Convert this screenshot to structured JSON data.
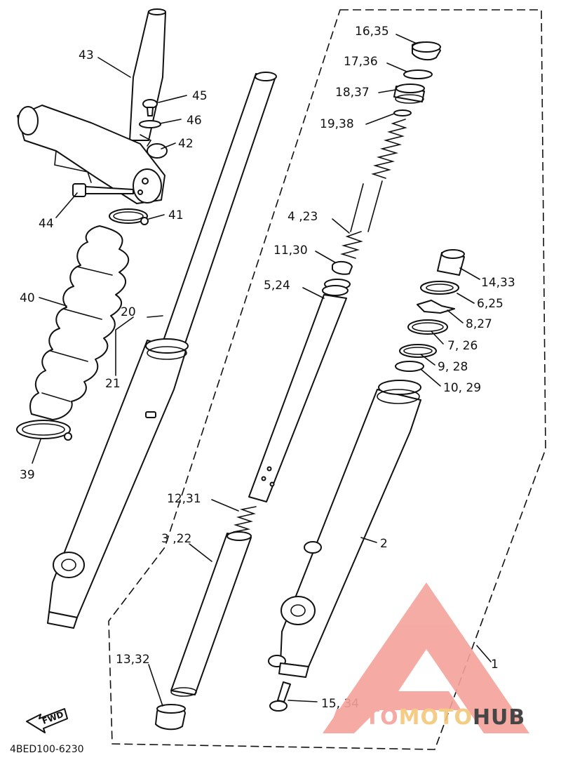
{
  "diagram_code": "4BED100-6230",
  "fwd_label": "FWD",
  "watermark": {
    "part1": "AUTO",
    "part2": "MOTO",
    "part3": "HUB",
    "color1": "#f4a39a",
    "color2": "#f5c77a",
    "color3": "#333333"
  },
  "labels": {
    "l_16_35": "16,35",
    "l_17_36": "17,36",
    "l_18_37": "18,37",
    "l_19_38": "19,38",
    "l_4_23": "4 ,23",
    "l_11_30": "11,30",
    "l_5_24": "5,24",
    "l_14_33": "14,33",
    "l_6_25": "6,25",
    "l_8_27": "8,27",
    "l_7_26": "7, 26",
    "l_9_28": "9, 28",
    "l_10_29": "10, 29",
    "l_2": "2",
    "l_1": "1",
    "l_12_31": "12,31",
    "l_3_22": "3 ,22",
    "l_13_32": "13,32",
    "l_15_34": "15, 34",
    "l_43": "43",
    "l_45": "45",
    "l_46": "46",
    "l_42": "42",
    "l_44": "44",
    "l_41": "41",
    "l_40": "40",
    "l_39": "39",
    "l_20": "20",
    "l_21": "21"
  }
}
